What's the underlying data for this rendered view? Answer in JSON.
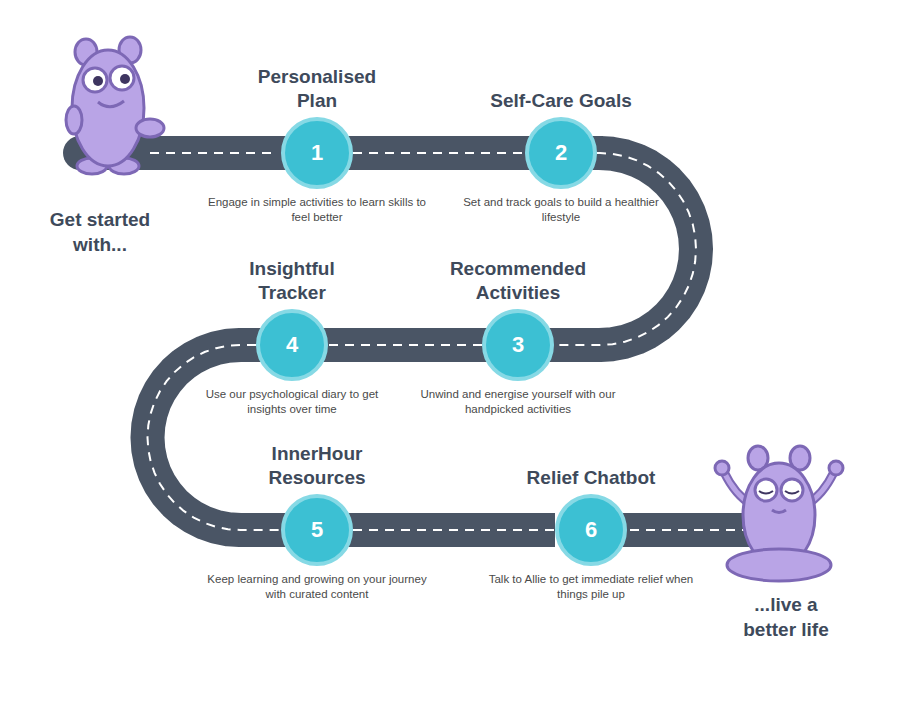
{
  "diagram": {
    "nodes": [
      {
        "text": [
          "Personalised Plan",
          "1",
          "Engage in simple activities to learn skills to feel better"
        ]
      },
      {
        "text": [
          "Self-Care Goals",
          "2",
          "Set and track goals to build a healthier lifestyle"
        ]
      },
      {
        "text": [
          "Recommended Activities",
          "3",
          "Unwind and energise yourself with our handpicked activities"
        ]
      },
      {
        "text": [
          "Insightful Tracker",
          "4",
          "Use our psychological diary to get insights over time"
        ]
      },
      {
        "text": [
          "InnerHour Resources",
          "5",
          "Keep learning and growing on your journey with curated content"
        ]
      },
      {
        "text": [
          "Relief Chatbot",
          "6",
          "Talk to Allie to get immediate relief when things pile up"
        ]
      }
    ],
    "edges": [
      {
        "from": 0,
        "to": 1,
        "arrow": "none"
      },
      {
        "from": 1,
        "to": 2,
        "arrow": "none"
      },
      {
        "from": 2,
        "to": 3,
        "arrow": "none"
      },
      {
        "from": 3,
        "to": 4,
        "arrow": "none"
      },
      {
        "from": 4,
        "to": 5,
        "arrow": "none"
      }
    ],
    "labels": [
      "Get started with...",
      "...live a better life"
    ]
  }
}
